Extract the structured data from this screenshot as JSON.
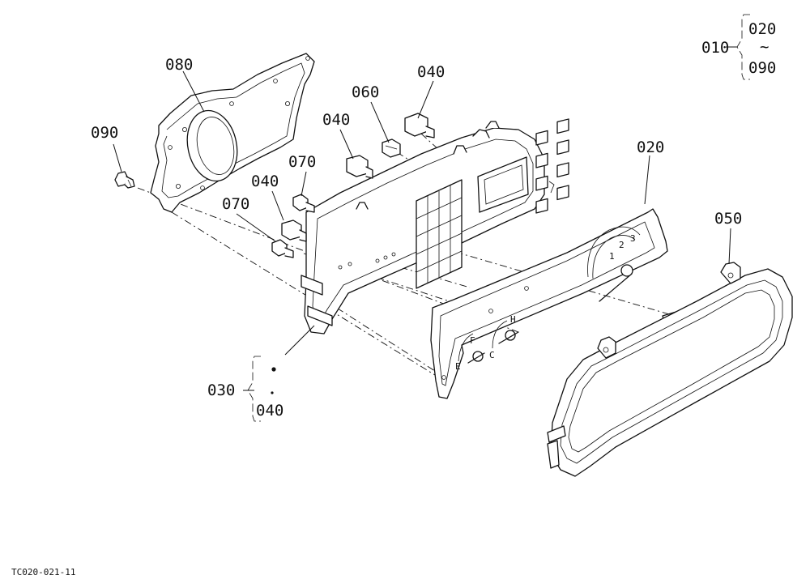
{
  "drawing_code": "TC020-021-11",
  "assembly": {
    "label": "010",
    "range_start": "020",
    "range_sep": "~",
    "range_end": "090"
  },
  "sub_assembly": {
    "label": "030",
    "item": "040"
  },
  "callouts": {
    "p080": "080",
    "p090": "090",
    "p060": "060",
    "p040_top": "040",
    "p040_mid": "040",
    "p040_left": "040",
    "p070_upper": "070",
    "p070_lower": "070",
    "p020": "020",
    "p050": "050"
  },
  "gauge_marks": {
    "tach_1": "1",
    "tach_2": "2",
    "tach_3": "3",
    "fuel_f": "F",
    "fuel_e": "E",
    "temp_h": "H",
    "temp_c": "C"
  }
}
